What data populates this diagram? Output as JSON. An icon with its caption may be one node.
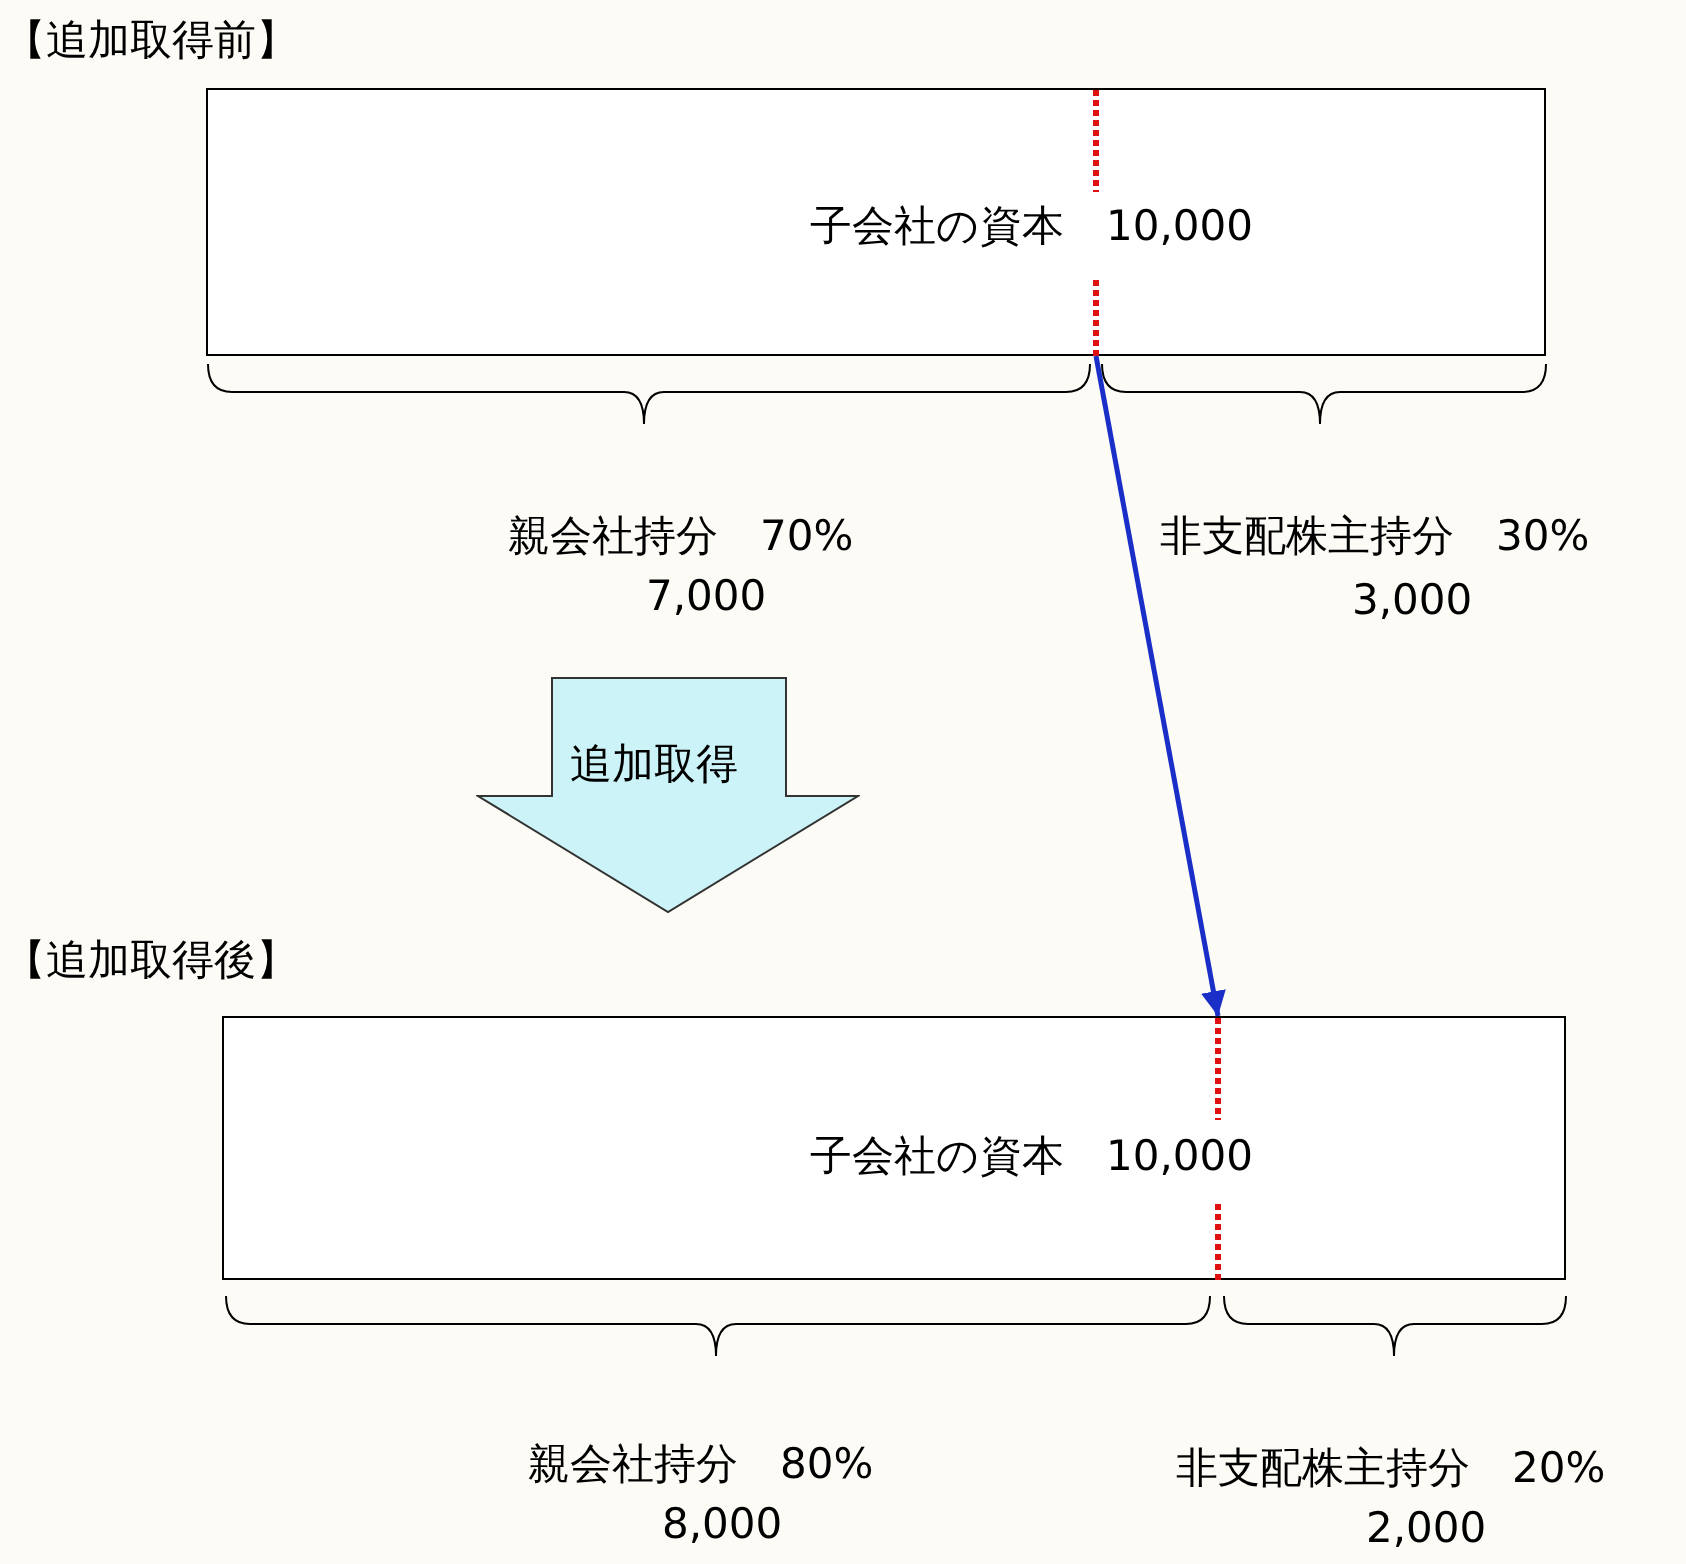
{
  "diagram": {
    "nodes": [
      {
        "text": [
          "子会社の資本　10,000"
        ]
      },
      {
        "text": [
          "子会社の資本　10,000"
        ]
      },
      {
        "text": [
          "追加取得"
        ]
      }
    ],
    "edges": [
      {
        "from": 0,
        "to": 1,
        "arrow": "to",
        "color": "#1a2fc8"
      }
    ],
    "labels": [
      "【追加取得前】",
      "親会社持分　70%",
      "7,000",
      "非支配株主持分　30%",
      "3,000",
      "【追加取得後】",
      "親会社持分　80%",
      "8,000",
      "非支配株主持分　20%",
      "2,000"
    ]
  }
}
